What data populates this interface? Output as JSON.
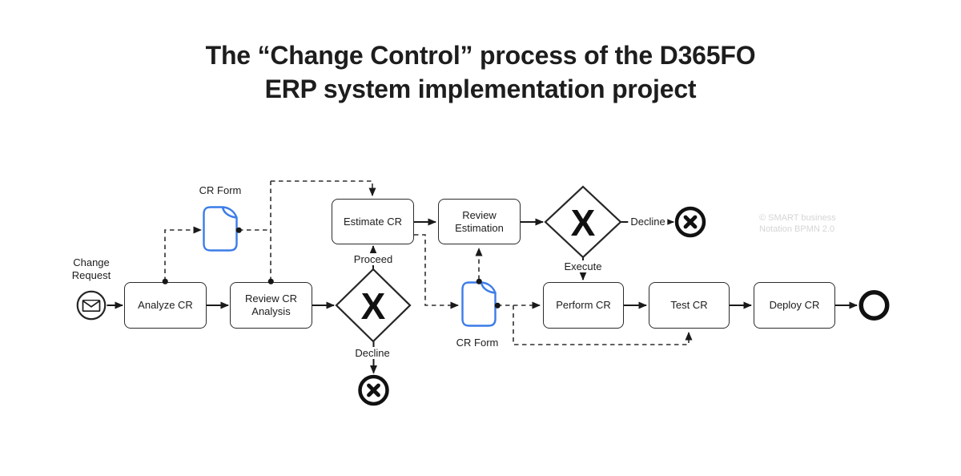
{
  "title": {
    "line1": "The “Change Control” process of the D365FO",
    "line2": "ERP system implementation project"
  },
  "watermark": {
    "line1": "© SMART business",
    "line2": "Notation BPMN 2.0"
  },
  "colors": {
    "document_blue": "#3b7ce8",
    "line_black": "#1a1a1a",
    "watermark_gray": "#d5d5d5",
    "background": "#ffffff"
  },
  "diagram": {
    "start_event": {
      "label": "Change Request",
      "icon": "envelope"
    },
    "tasks": [
      {
        "label": "Analyze CR"
      },
      {
        "label": "Review CR Analysis"
      },
      {
        "label": "Estimate CR"
      },
      {
        "label": "Review Estimation"
      },
      {
        "label": "Perform CR"
      },
      {
        "label": "Test CR"
      },
      {
        "label": "Deploy CR"
      }
    ],
    "gateways": [
      {
        "type": "exclusive",
        "marker": "X"
      },
      {
        "type": "exclusive",
        "marker": "X"
      }
    ],
    "data_objects": [
      {
        "label": "CR Form"
      },
      {
        "label": "CR Form"
      }
    ],
    "flow_labels": {
      "proceed": "Proceed",
      "decline_analysis": "Decline",
      "execute": "Execute",
      "decline_estimation": "Decline"
    },
    "end_events": [
      {
        "type": "terminate-x"
      },
      {
        "type": "terminate-x"
      },
      {
        "type": "end"
      }
    ]
  }
}
